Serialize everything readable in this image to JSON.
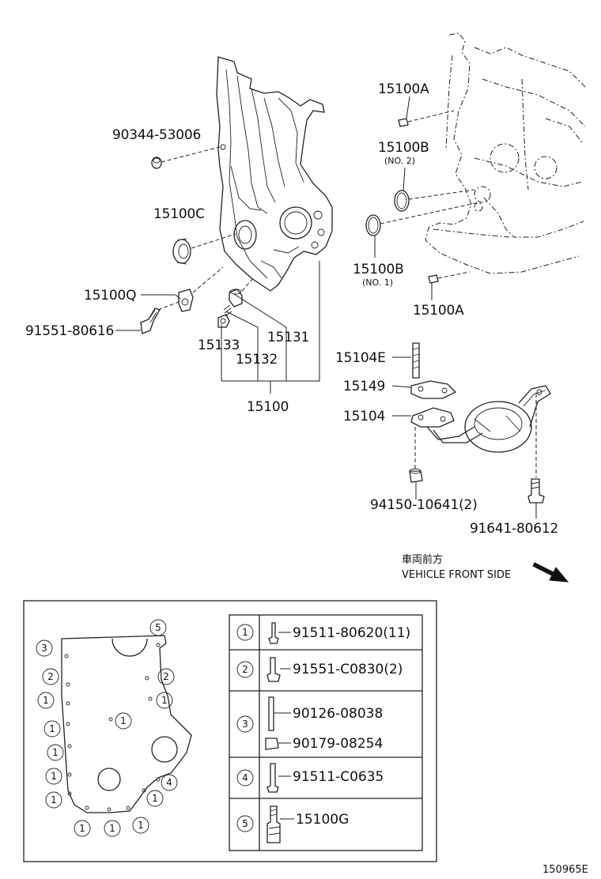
{
  "labels": {
    "p90344": "90344-53006",
    "p15100C": "15100C",
    "p15100Q": "15100Q",
    "p91551": "91551-80616",
    "p15133": "15133",
    "p15132": "15132",
    "p15131": "15131",
    "p15100": "15100",
    "p15100A_top": "15100A",
    "p15100B_no2": "15100B",
    "no2": "(NO. 2)",
    "p15100B_no1": "15100B",
    "no1": "(NO. 1)",
    "p15100A_bot": "15100A",
    "p15104E": "15104E",
    "p15149": "15149",
    "p15104": "15104",
    "p94150": "94150-10641(2)",
    "p91641": "91641-80612"
  },
  "direction": {
    "jp": "車両前方",
    "en": "VEHICLE FRONT SIDE"
  },
  "bolt_diagram": {
    "top_callout": "5",
    "left_callouts": [
      "3",
      "2",
      "1",
      "1",
      "1",
      "1",
      "1"
    ],
    "right_callouts": [
      "2",
      "1",
      "4",
      "1"
    ],
    "center_callout": "1",
    "bottom_callouts": [
      "1",
      "1",
      "1"
    ]
  },
  "legend_table": {
    "rows": [
      {
        "key": "1",
        "parts": [
          "91511-80620(11)"
        ]
      },
      {
        "key": "2",
        "parts": [
          "91551-C0830(2)"
        ]
      },
      {
        "key": "3",
        "parts": [
          "90126-08038",
          "90179-08254"
        ]
      },
      {
        "key": "4",
        "parts": [
          "91511-C0635"
        ]
      },
      {
        "key": "5",
        "parts": [
          "15100G"
        ]
      }
    ]
  },
  "figure_id": "150965E"
}
